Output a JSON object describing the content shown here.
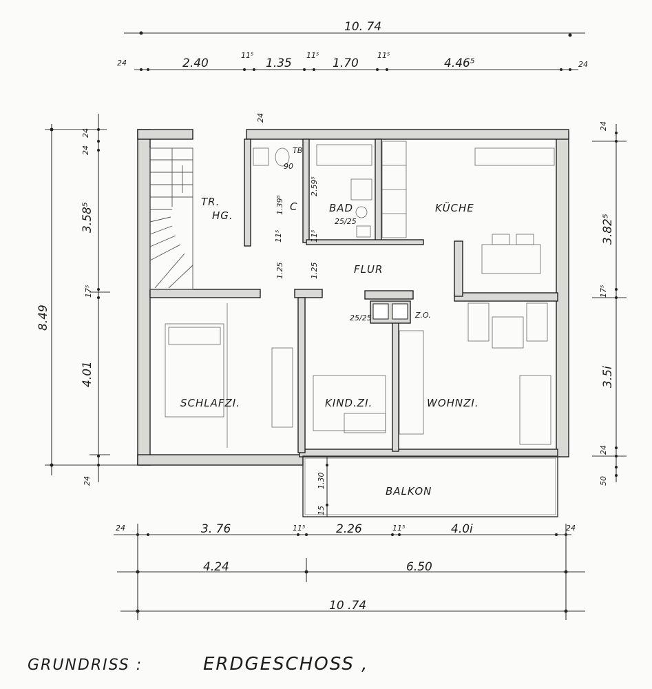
{
  "dimensions": {
    "top_overall": "10. 74",
    "top_segments": [
      "24",
      "2.40",
      "11⁵",
      "1.35",
      "11⁵",
      "1.70",
      "11⁵",
      "4.46⁵",
      "24"
    ],
    "bottom_segments": [
      "24",
      "3. 76",
      "11⁵",
      "2.26",
      "11⁵",
      "4.0i",
      "24"
    ],
    "bottom_split": [
      "4.24",
      "6.50"
    ],
    "bottom_overall": "10 .74",
    "left_overall": "8.49",
    "left_segments": [
      "24",
      "24",
      "3.58⁵",
      "17⁵",
      "4.01",
      "24"
    ],
    "right_segments": [
      "24",
      "3.82⁵",
      "17⁵",
      "3.5i",
      "24",
      "50"
    ],
    "interior": [
      "1.25",
      "1.25",
      "1.39⁵",
      "2.59⁵",
      "11⁵",
      "11⁵",
      "1.30",
      "15"
    ],
    "chimney_sizes": [
      "25/25",
      "25/25"
    ],
    "door_note": "90",
    "upper_24": "24",
    "tb_note": "TB"
  },
  "rooms": {
    "treppenhaus_line1": "TR.",
    "treppenhaus_line2": "HG.",
    "wc": "C",
    "bad": "BAD",
    "kueche": "KÜCHE",
    "flur": "FLUR",
    "schlafzimmer": "SCHLAFZI.",
    "kinderzimmer": "KIND.ZI.",
    "wohnzimmer": "WOHNZI.",
    "balkon": "BALKON",
    "zo_note": "Z.O."
  },
  "caption": {
    "left": "GRUNDRISS :",
    "right": "ERDGESCHOSS ,"
  }
}
